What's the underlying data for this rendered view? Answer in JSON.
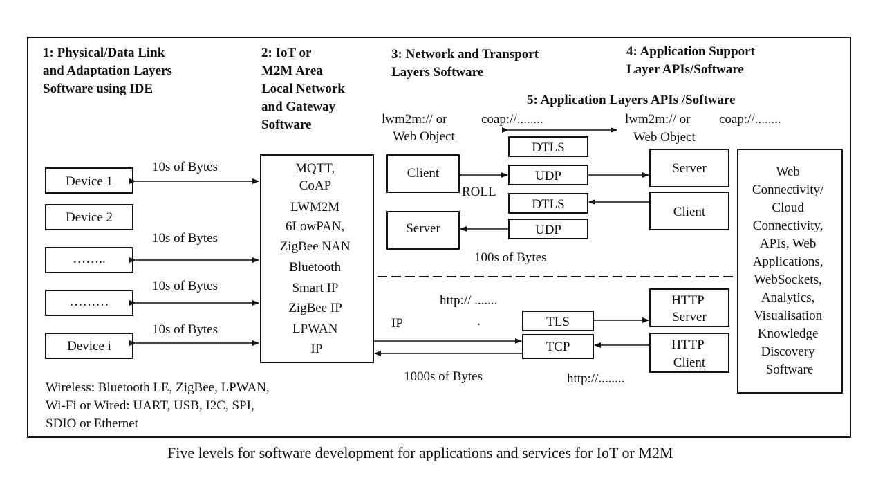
{
  "headers": {
    "l1": [
      "1: Physical/Data Link",
      "and Adaptation Layers",
      "Software using IDE"
    ],
    "l2": [
      "2: IoT or",
      "M2M Area",
      "Local Network",
      "and Gateway",
      "Software"
    ],
    "l3": [
      "3: Network and Transport",
      "Layers Software"
    ],
    "l4": [
      "4: Application Support",
      "Layer APIs/Software"
    ],
    "l5": "5: Application Layers APIs /Software"
  },
  "devices": [
    "Device 1",
    "Device 2",
    "……..",
    "………",
    "Device i"
  ],
  "device_links": [
    "10s of Bytes",
    "10s of Bytes",
    "10s of Bytes",
    "10s of Bytes"
  ],
  "gateway": [
    "MQTT,",
    "CoAP",
    "LWM2M",
    "6LowPAN,",
    "ZigBee NAN",
    "Bluetooth",
    "Smart IP",
    "ZigBee IP",
    "LPWAN",
    "IP"
  ],
  "left_proto": [
    "lwm2m:// or",
    "coap://........",
    "Web Object"
  ],
  "right_proto": [
    "lwm2m:// or",
    "coap://........",
    "Web Object"
  ],
  "client_left": "Client",
  "server_left": "Server",
  "roll": "ROLL",
  "transport": {
    "dtls1": "DTLS",
    "udp1": "UDP",
    "dtls2": "DTLS",
    "udp2": "UDP",
    "tls": "TLS",
    "tcp": "TCP"
  },
  "server_right": "Server",
  "client_right": "Client",
  "bytes_100": "100s of Bytes",
  "http_top": "http:// .......",
  "ip_label": "IP",
  "dot": ".",
  "http_server": [
    "HTTP",
    "Server"
  ],
  "http_client": [
    "HTTP",
    "Client"
  ],
  "bytes_1000": "1000s of Bytes",
  "http_bottom": "http://........",
  "web_box": [
    "Web",
    "Connectivity/",
    "Cloud",
    "Connectivity,",
    "APIs, Web",
    "Applications,",
    "WebSockets,",
    "Analytics,",
    "Visualisation",
    "Knowledge",
    "Discovery",
    "Software"
  ],
  "wireless": [
    "Wireless: Bluetooth LE, ZigBee, LPWAN,",
    "Wi-Fi or Wired: UART, USB, I2C, SPI,",
    "SDIO or Ethernet"
  ],
  "caption": "Five levels for software development for applications and services for IoT or M2M"
}
